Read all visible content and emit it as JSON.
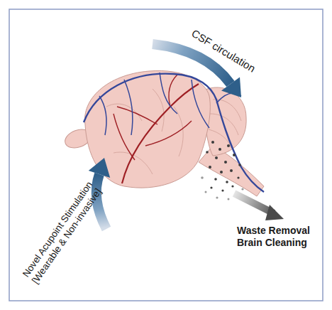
{
  "diagram": {
    "labels": [
      "CSF circulation",
      "Waste Removal Brain Cleaning",
      "Novel Acupoint Stimulation [Wearable & Non-invasive]"
    ]
  }
}
